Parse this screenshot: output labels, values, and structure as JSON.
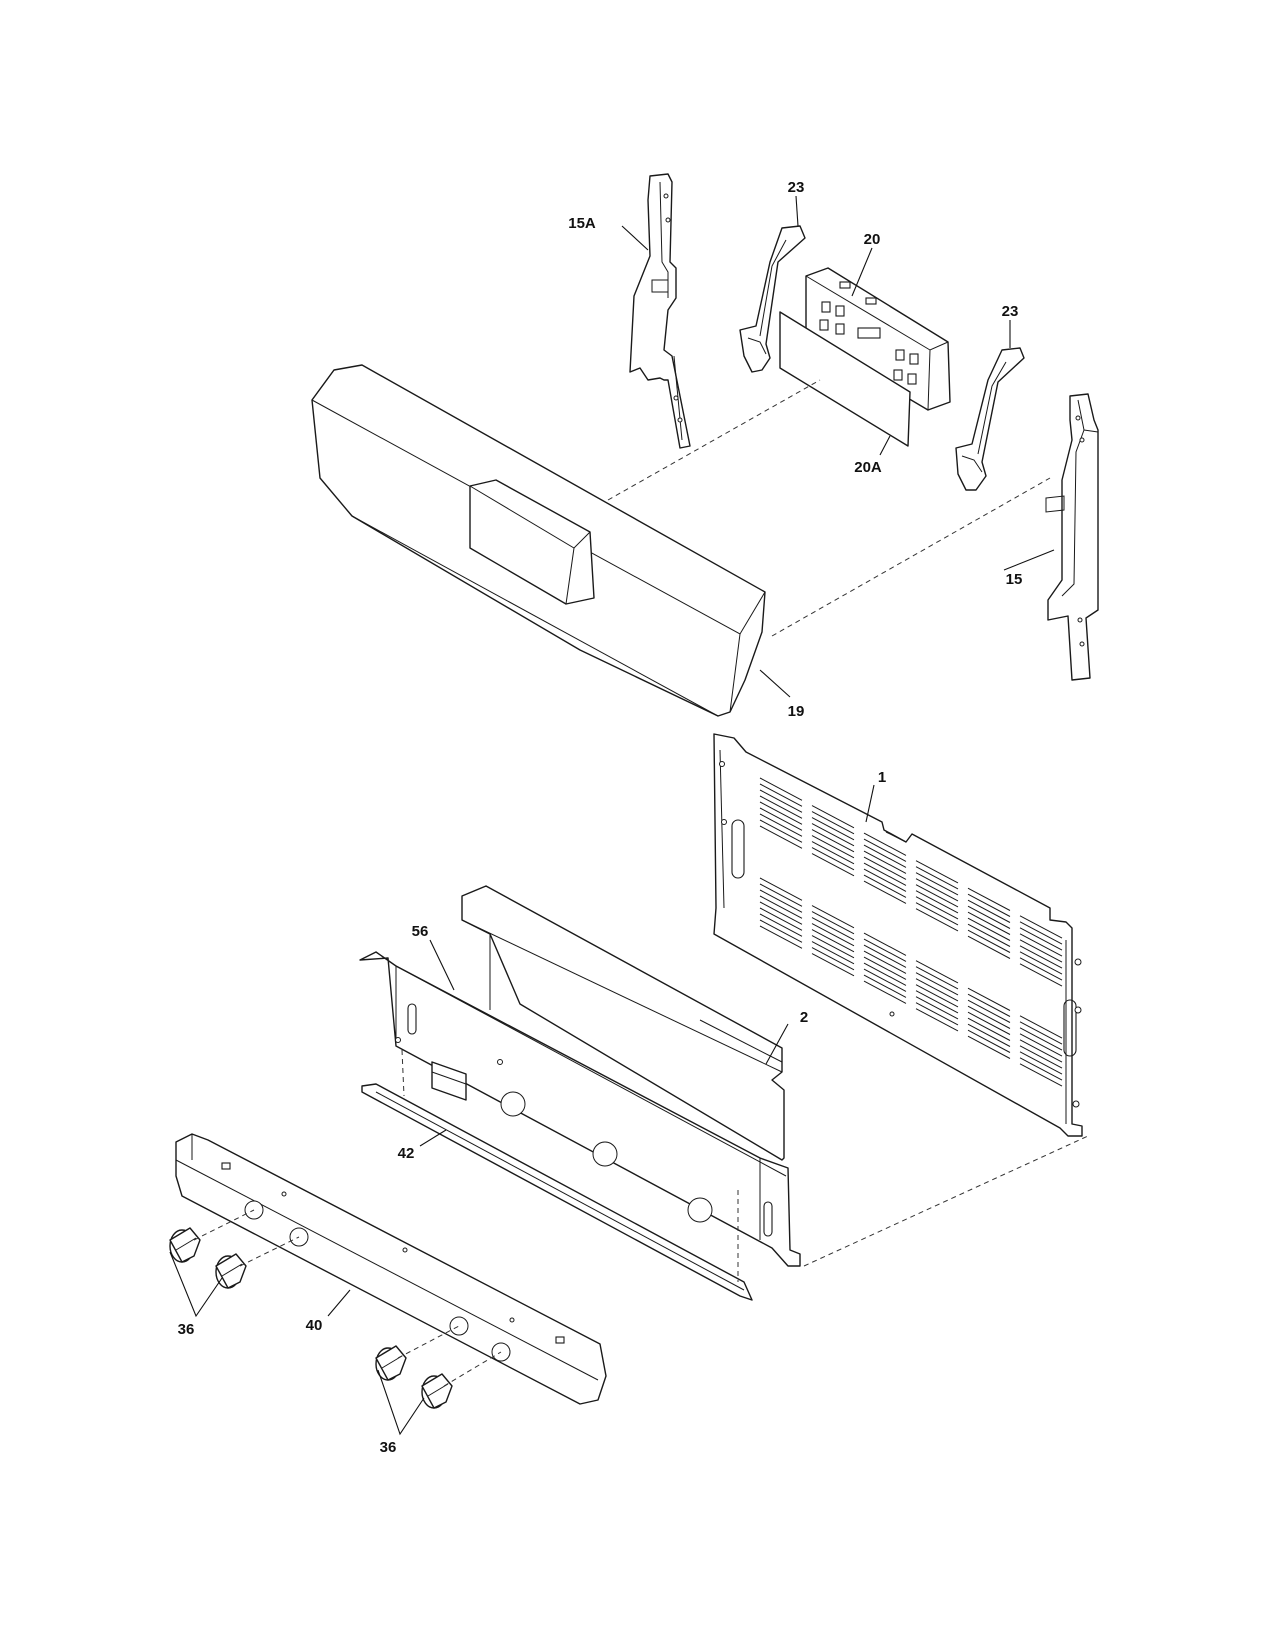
{
  "callouts": {
    "c15A": "15A",
    "c23a": "23",
    "c20": "20",
    "c23b": "23",
    "c20A": "20A",
    "c15": "15",
    "c19": "19",
    "c1": "1",
    "c56": "56",
    "c2": "2",
    "c42": "42",
    "c36a": "36",
    "c40": "40",
    "c36b": "36"
  },
  "colors": {
    "line": "#1a1a1a",
    "background": "#ffffff"
  }
}
